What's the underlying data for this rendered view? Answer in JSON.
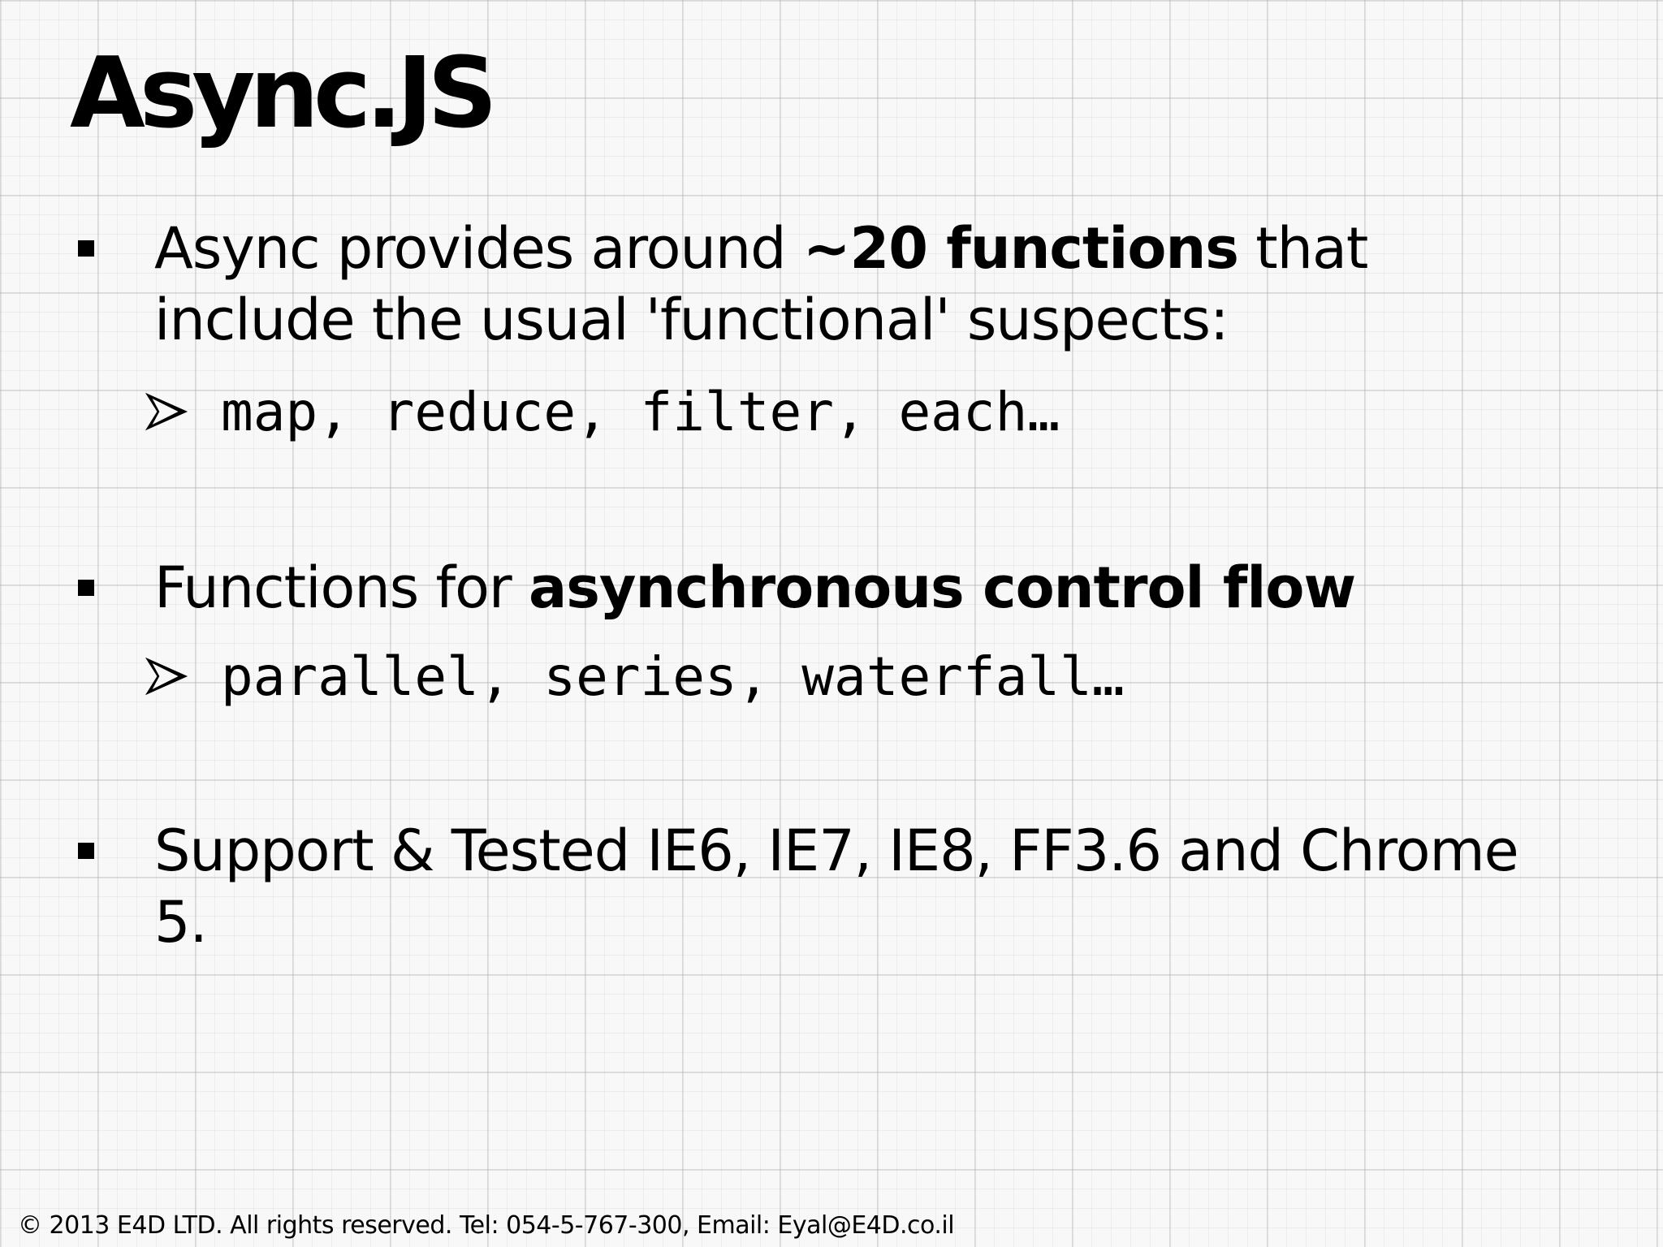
{
  "slide": {
    "title": "Async.JS",
    "bullets": [
      {
        "pre": "Async provides around ",
        "bold": "~20 functions",
        "post": " that include the usual 'functional' suspects:",
        "sub": "map, reduce, filter, each…"
      },
      {
        "pre": "Functions for ",
        "bold": "asynchronous control flow",
        "post": "",
        "sub": "parallel, series, waterfall…"
      },
      {
        "pre": "Support & Tested  IE6, IE7, IE8, FF3.6 and Chrome 5."
      }
    ],
    "footer": "© 2013 E4D LTD. All rights reserved. Tel: 054-5-767-300, Email: Eyal@E4D.co.il"
  },
  "icons": {
    "bullet": "square-bullet-icon",
    "sub_bullet": "arrowhead-bullet-icon"
  }
}
